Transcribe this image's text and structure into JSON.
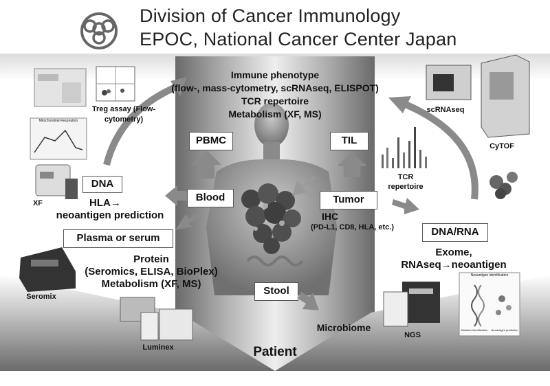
{
  "header": {
    "line1": "Division of Cancer Immunology",
    "line2": "EPOC, National Cancer Center Japan"
  },
  "center": {
    "immune_lines": [
      "Immune phenotype",
      "(flow-, mass-cytometry, scRNAseq, ELISPOT)",
      "TCR repertoire",
      "Metabolism (XF, MS)"
    ],
    "patient": "Patient"
  },
  "boxes": {
    "pbmc": "PBMC",
    "til": "TIL",
    "blood": "Blood",
    "tumor": "Tumor",
    "dna": "DNA",
    "plasma": "Plasma or serum",
    "dna_rna": "DNA/RNA",
    "stool": "Stool"
  },
  "texts": {
    "hla_1": "HLA→",
    "hla_2": "neoantigen prediction",
    "protein_1": "Protein",
    "protein_2": "(Seromics, ELISA, BioPlex)",
    "protein_3": "Metabolism (XF, MS)",
    "ihc_1": "IHC",
    "ihc_2": "(PD-L1, CD8, HLA, etc.)",
    "exome_1": "Exome,",
    "exome_2": "RNAseq→neoantigen",
    "microbiome": "Microbiome"
  },
  "instrument_labels": {
    "treg_1": "Treg assay (Flow-",
    "treg_2": "cytometry)",
    "xf": "XF",
    "seromix": "Seromix",
    "luminex": "Luminex",
    "scrnaseq": "scRNAseq",
    "cytof": "CyTOF",
    "tcr_1": "TCR",
    "tcr_2": "repertoire",
    "ngs": "NGS"
  },
  "chart_text": {
    "mito_title": "Mitochondrial Respiration",
    "neo_title": "Neoantigen identification",
    "neo_left": "Mutation identification",
    "neo_right": "Neoantigen prediction"
  },
  "colors": {
    "arrow": "#8a8a8a",
    "box_border": "#555555",
    "background_dark": "#707070"
  }
}
